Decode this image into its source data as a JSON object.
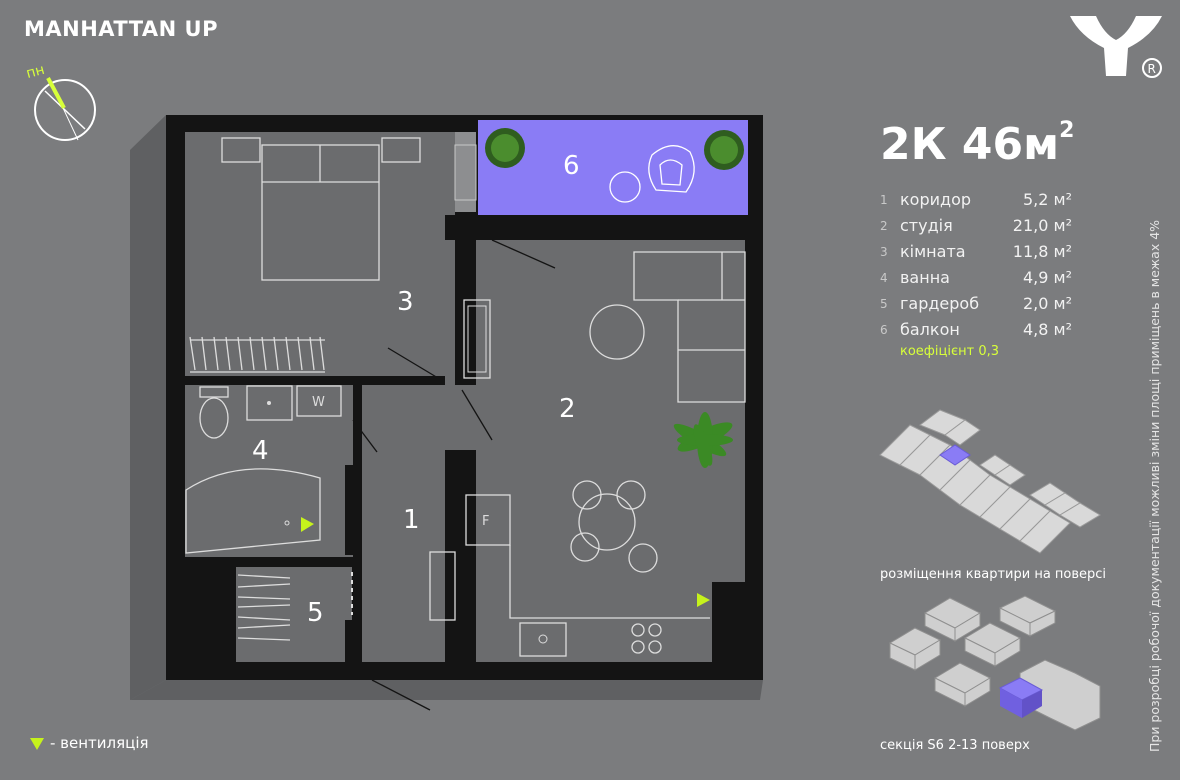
{
  "brand": "MANHATTAN UP",
  "compass_label": "пн",
  "apartment": {
    "type": "2К",
    "area": "46",
    "unit": "м",
    "unit_sup": "2"
  },
  "rooms": [
    {
      "num": "1",
      "name": "коридор",
      "area": "5,2 м²"
    },
    {
      "num": "2",
      "name": "студія",
      "area": "21,0 м²"
    },
    {
      "num": "3",
      "name": "кімната",
      "area": "11,8 м²"
    },
    {
      "num": "4",
      "name": "ванна",
      "area": "4,9 м²"
    },
    {
      "num": "5",
      "name": "гардероб",
      "area": "2,0 м²"
    },
    {
      "num": "6",
      "name": "балкон",
      "area": "4,8 м²"
    }
  ],
  "coefficient": "коефіцієнт 0,3",
  "floor_caption": "розміщення квартири на поверсі",
  "section_caption": "секція S6 2-13 поверх",
  "vertical_note": "При розробці робочої документації можливі зміни площі приміщень в межах 4%",
  "legend": "- вентиляція",
  "plan_labels": {
    "r1": "1",
    "r2": "2",
    "r3": "3",
    "r4": "4",
    "r5": "5",
    "r6": "6",
    "fridge": "F",
    "washer": "W"
  },
  "colors": {
    "background": "#7b7c7e",
    "wall": "#141414",
    "floor": "#6b6c6e",
    "balcony": "#8a7cf5",
    "accent": "#c6f21c"
  }
}
